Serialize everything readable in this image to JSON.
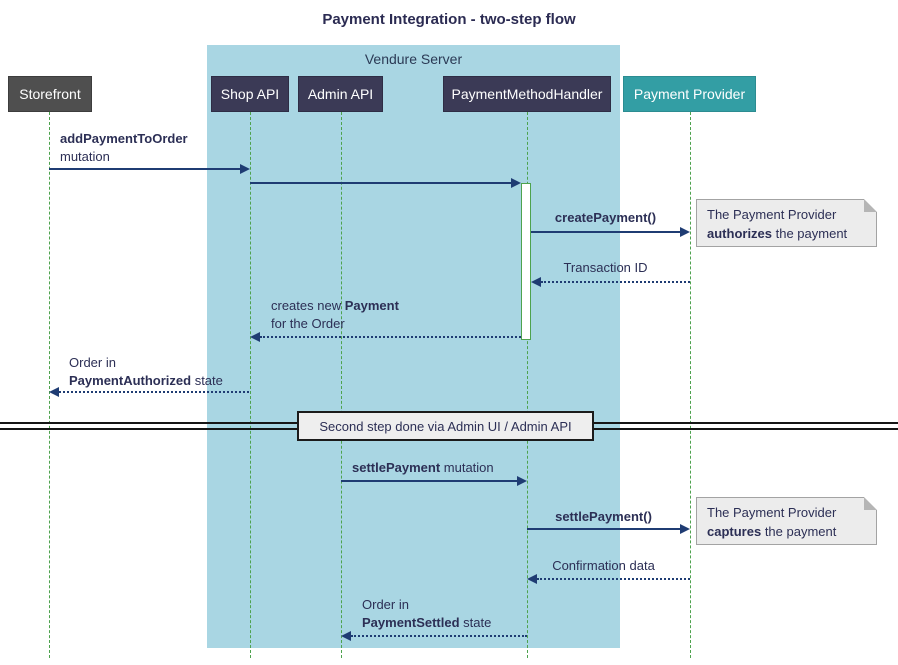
{
  "title": "Payment Integration - two-step flow",
  "server_box": {
    "label": "Vendure Server"
  },
  "participants": {
    "storefront": "Storefront",
    "shop_api": "Shop API",
    "admin_api": "Admin API",
    "payment_method_handler": "PaymentMethodHandler",
    "payment_provider": "Payment Provider"
  },
  "messages": {
    "add_payment_to_order": {
      "bold": "addPaymentToOrder",
      "plain": "mutation"
    },
    "create_payment": {
      "label": "createPayment()"
    },
    "transaction_id": {
      "label": "Transaction ID"
    },
    "creates_new_payment": {
      "plain1": "creates new ",
      "bold": "Payment",
      "line2": "for the Order"
    },
    "order_payment_authorized": {
      "line1": "Order in",
      "bold": "PaymentAuthorized",
      "plain2": " state"
    },
    "settle_payment_mutation": {
      "bold": "settlePayment",
      "plain": " mutation"
    },
    "settle_payment_call": {
      "label": "settlePayment()"
    },
    "confirmation_data": {
      "label": "Confirmation data"
    },
    "order_payment_settled": {
      "line1": "Order in",
      "bold": "PaymentSettled",
      "plain2": " state"
    }
  },
  "notes": {
    "authorizes": {
      "line1": "The Payment Provider",
      "bold": "authorizes",
      "plain": " the payment"
    },
    "captures": {
      "line1": "The Payment Provider",
      "bold": "captures",
      "plain": " the payment"
    }
  },
  "divider": {
    "label": "Second step done via Admin UI / Admin API"
  },
  "colors": {
    "participant_dark": "#3b3a56",
    "storefront_gray": "#4f4f4f",
    "provider_teal": "#339ea4",
    "server_box_blue": "#a9d6e3",
    "lifeline_green": "#4ea24e",
    "arrow_navy": "#1f3c73",
    "text_navy": "#2c2f55",
    "note_bg": "#ececec",
    "divider_box_bg": "#eeeeee"
  }
}
